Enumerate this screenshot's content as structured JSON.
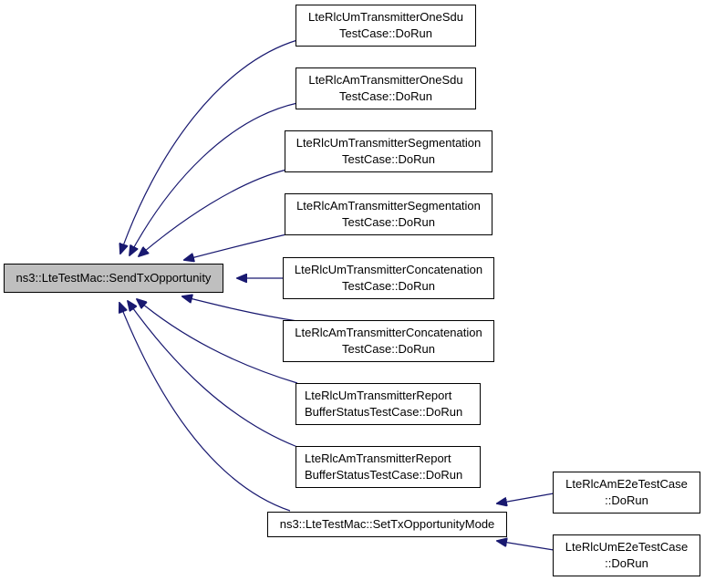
{
  "diagram": {
    "type": "caller-graph",
    "edge_color": "#191970",
    "main_node": {
      "id": "sendtx",
      "lines": [
        "ns3::LteTestMac::SendTxOpportunity"
      ],
      "fill": "#bfbfbf"
    },
    "nodes": [
      {
        "id": "n1",
        "lines": [
          "LteRlcUmTransmitterOneSdu",
          "TestCase::DoRun"
        ]
      },
      {
        "id": "n2",
        "lines": [
          "LteRlcAmTransmitterOneSdu",
          "TestCase::DoRun"
        ]
      },
      {
        "id": "n3",
        "lines": [
          "LteRlcUmTransmitterSegmentation",
          "TestCase::DoRun"
        ]
      },
      {
        "id": "n4",
        "lines": [
          "LteRlcAmTransmitterSegmentation",
          "TestCase::DoRun"
        ]
      },
      {
        "id": "n5",
        "lines": [
          "LteRlcUmTransmitterConcatenation",
          "TestCase::DoRun"
        ]
      },
      {
        "id": "n6",
        "lines": [
          "LteRlcAmTransmitterConcatenation",
          "TestCase::DoRun"
        ]
      },
      {
        "id": "n7",
        "lines": [
          "LteRlcUmTransmitterReport",
          "BufferStatusTestCase::DoRun"
        ]
      },
      {
        "id": "n8",
        "lines": [
          "LteRlcAmTransmitterReport",
          "BufferStatusTestCase::DoRun"
        ]
      },
      {
        "id": "setmode",
        "lines": [
          "ns3::LteTestMac::SetTxOpportunityMode"
        ]
      },
      {
        "id": "e2eAm",
        "lines": [
          "LteRlcAmE2eTestCase",
          "::DoRun"
        ]
      },
      {
        "id": "e2eUm",
        "lines": [
          "LteRlcUmE2eTestCase",
          "::DoRun"
        ]
      }
    ],
    "edges": [
      {
        "from": "n1",
        "to": "sendtx"
      },
      {
        "from": "n2",
        "to": "sendtx"
      },
      {
        "from": "n3",
        "to": "sendtx"
      },
      {
        "from": "n4",
        "to": "sendtx"
      },
      {
        "from": "n5",
        "to": "sendtx"
      },
      {
        "from": "n6",
        "to": "sendtx"
      },
      {
        "from": "n7",
        "to": "sendtx"
      },
      {
        "from": "n8",
        "to": "sendtx"
      },
      {
        "from": "setmode",
        "to": "sendtx"
      },
      {
        "from": "e2eAm",
        "to": "setmode"
      },
      {
        "from": "e2eUm",
        "to": "setmode"
      }
    ]
  }
}
